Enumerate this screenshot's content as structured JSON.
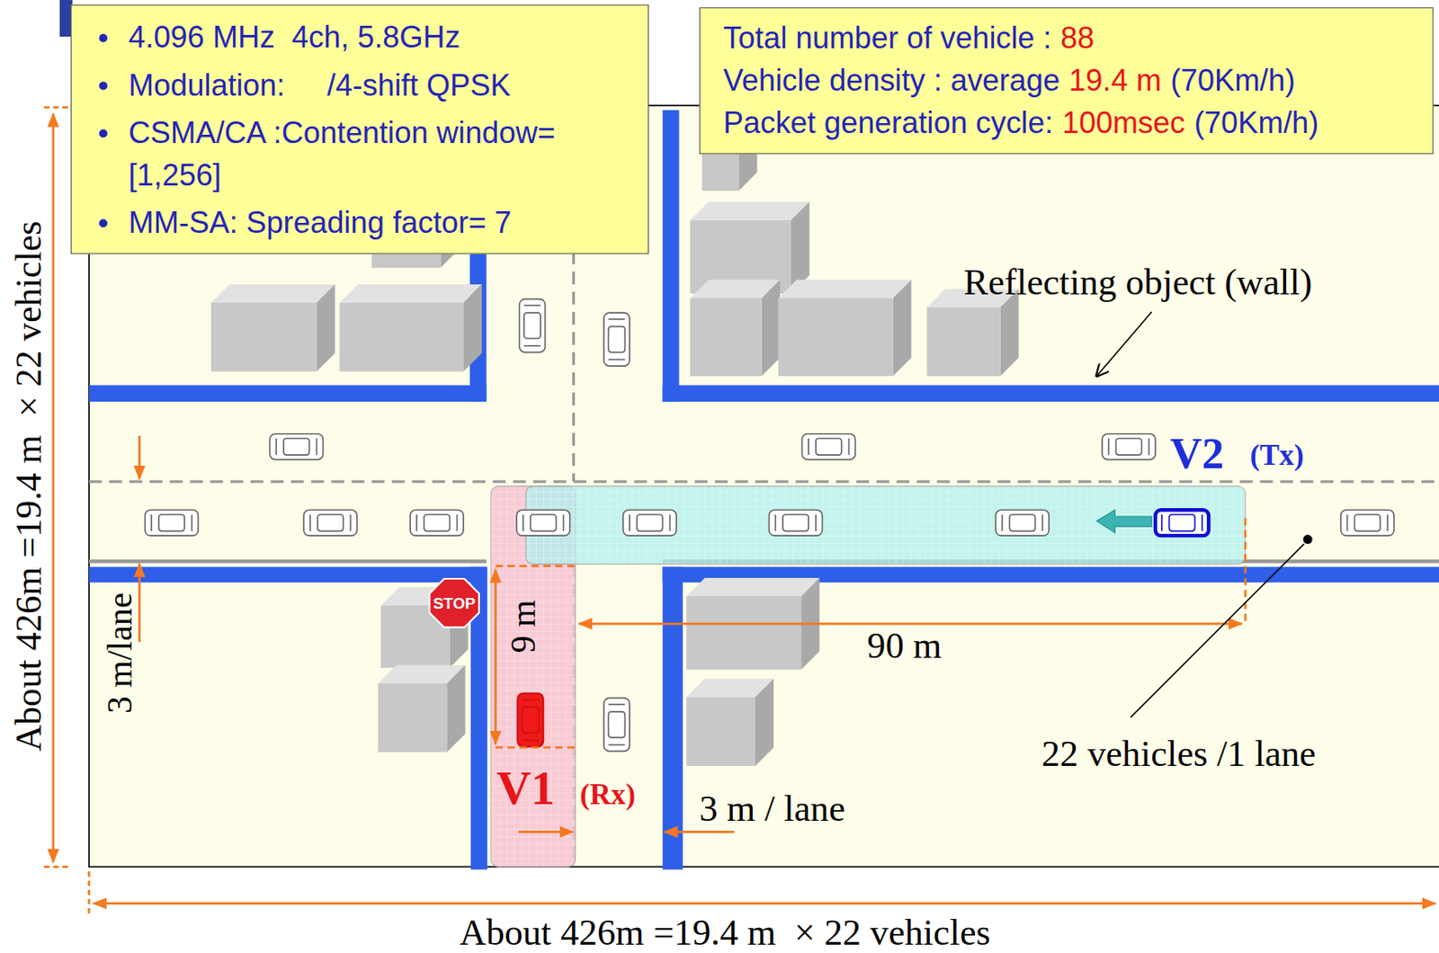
{
  "diagram": {
    "nodes": [
      {
        "text": [
          "4.096 MHz  4ch, 5.8GHz",
          "Modulation:     /4-shift QPSK",
          "CSMA/CA :Contention window= [1,256]",
          "MM-SA: Spreading factor= 7"
        ]
      },
      {
        "text": [
          "Total number of vehicle :",
          "88",
          "Vehicle density : average",
          "19.4 m",
          "(70Km/h)",
          "Packet generation cycle:",
          "100msec",
          "(70Km/h)"
        ]
      }
    ],
    "labels": [
      "Reflecting object (wall)",
      "V2",
      "(Tx)",
      "STOP",
      "9 m",
      "90 m",
      "3 m/lane",
      "V1",
      "(Rx)",
      "3 m / lane",
      "22 vehicles /1 lane",
      "About 426m =19.4 m  × 22 vehicles",
      "About 426m =19.4 m  × 22 vehicles"
    ]
  }
}
